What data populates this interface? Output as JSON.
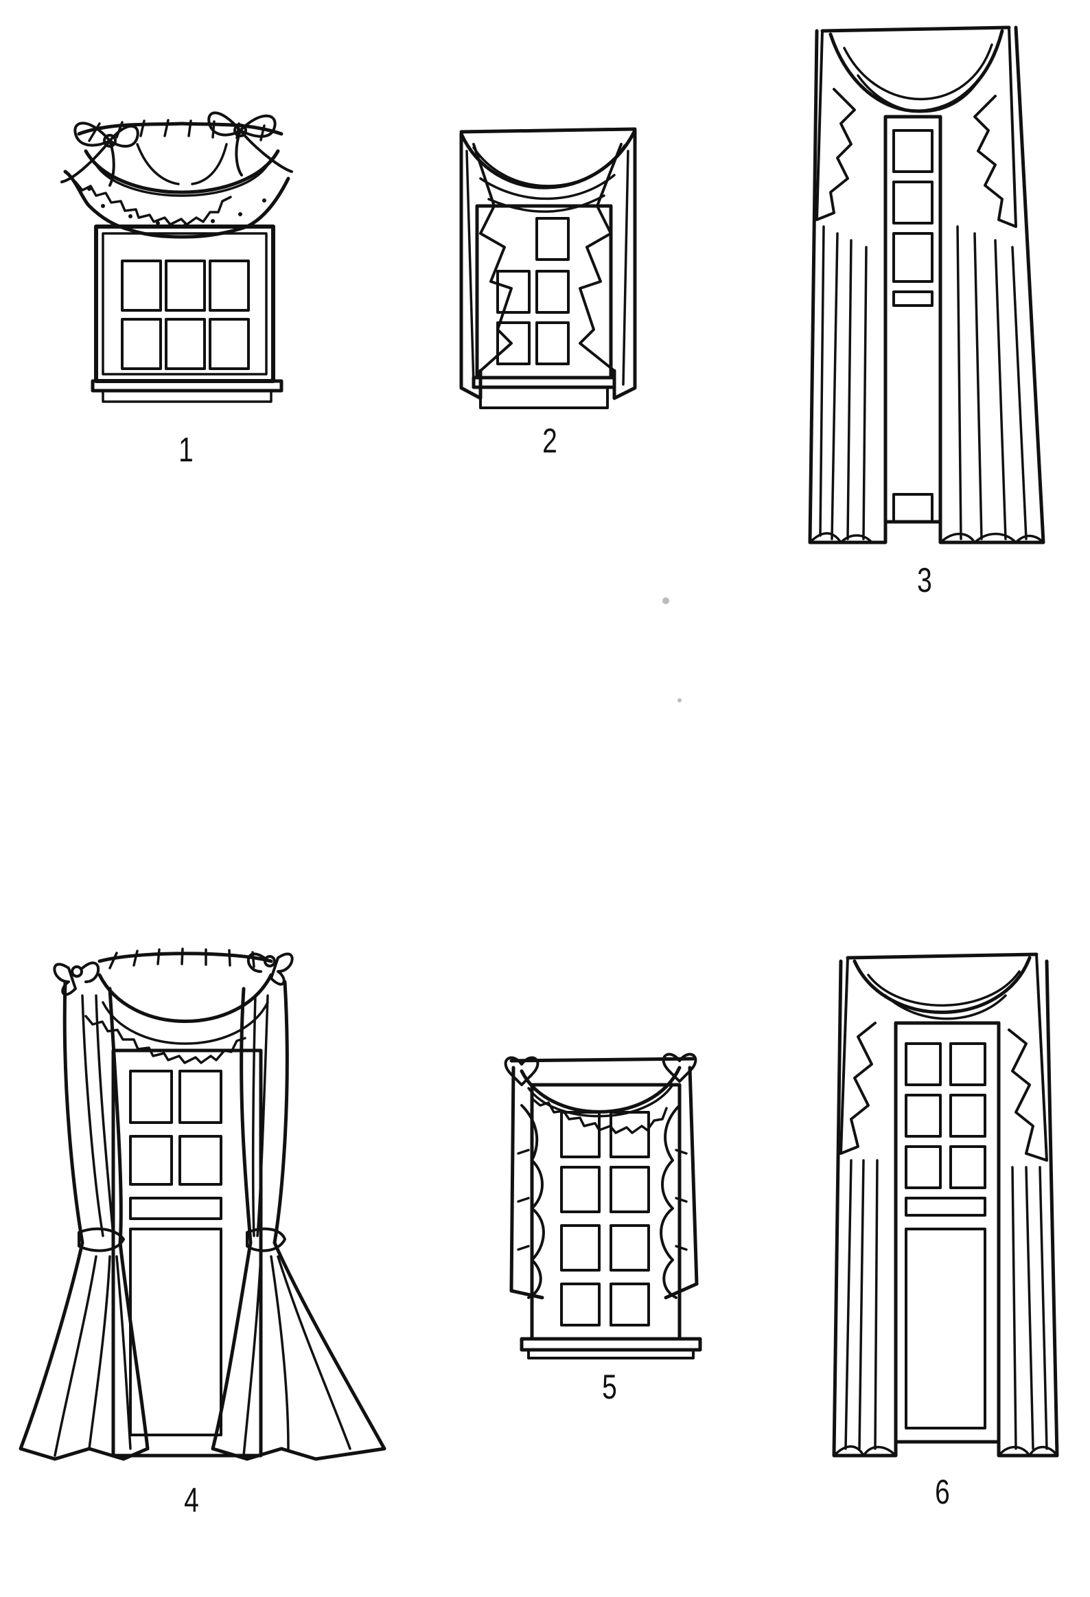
{
  "figures": [
    {
      "id": 1,
      "label": "1"
    },
    {
      "id": 2,
      "label": "2"
    },
    {
      "id": 3,
      "label": "3"
    },
    {
      "id": 4,
      "label": "4"
    },
    {
      "id": 5,
      "label": "5"
    },
    {
      "id": 6,
      "label": "6"
    }
  ],
  "colors": {
    "ink": "#111111",
    "paper": "#ffffff"
  }
}
